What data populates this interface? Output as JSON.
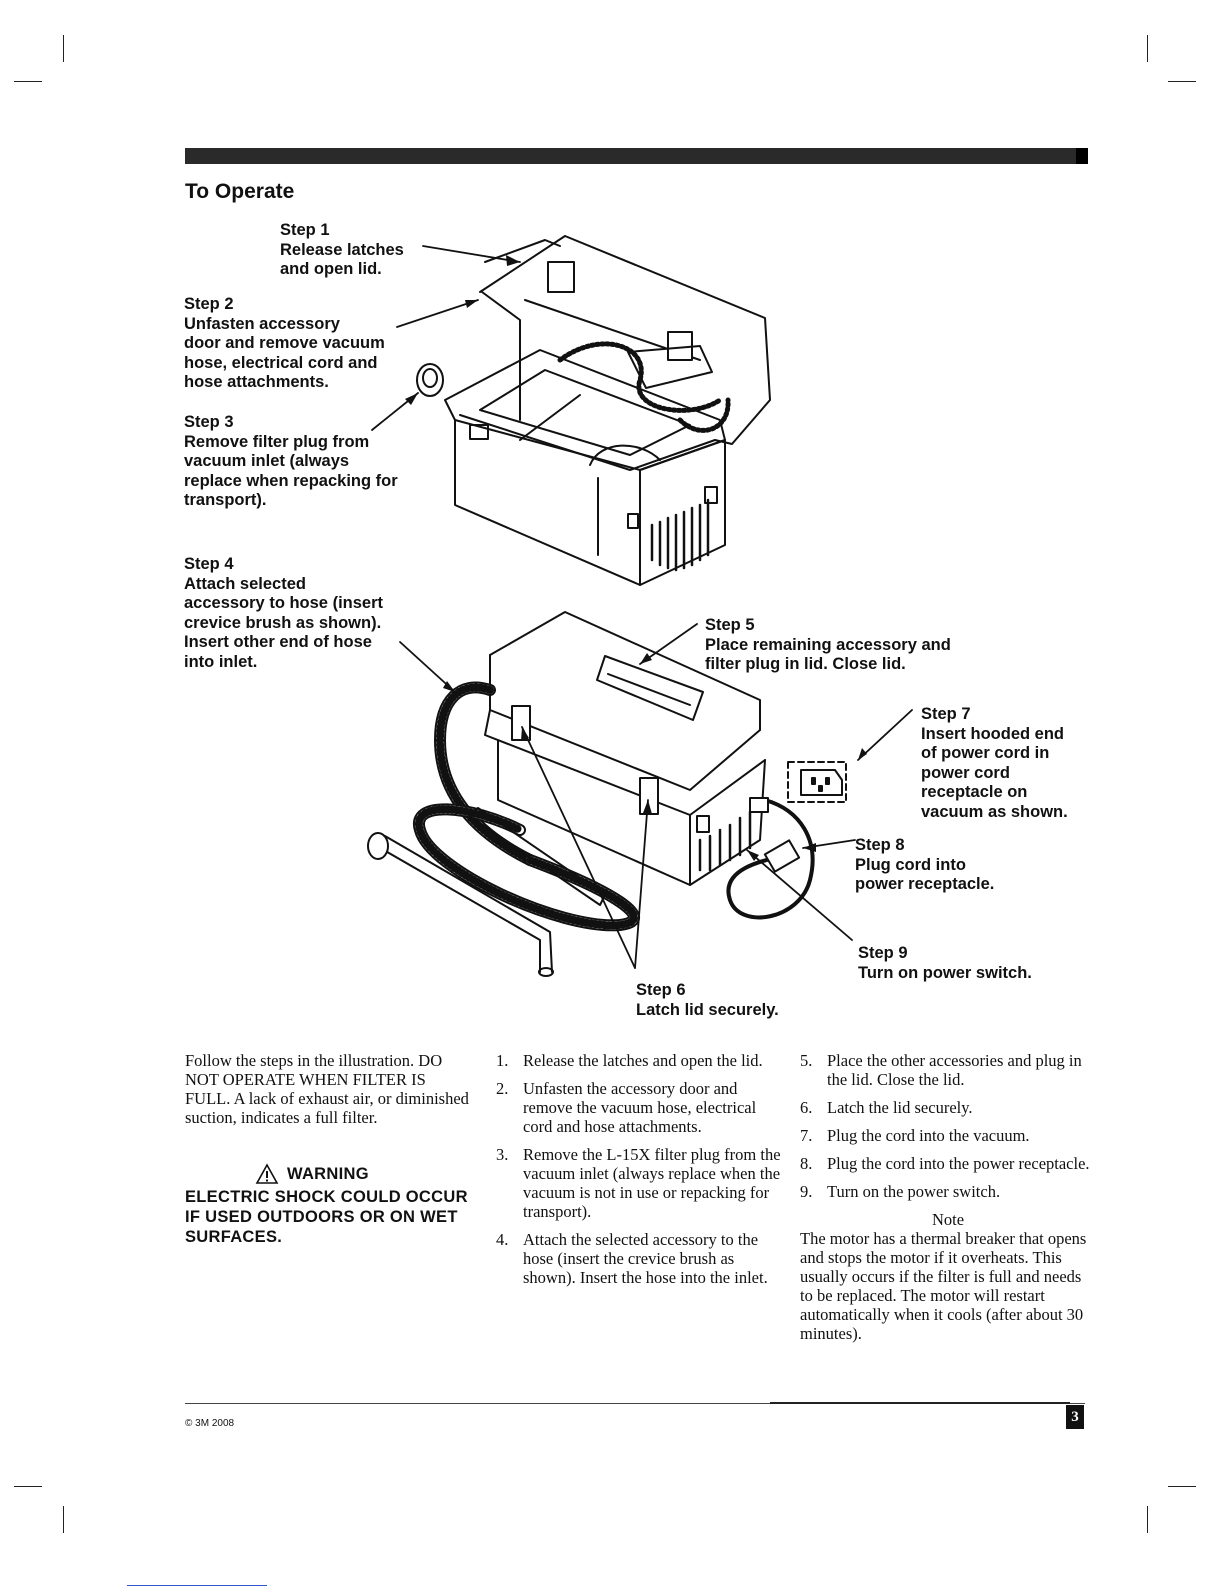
{
  "section_title": "To Operate",
  "callouts": {
    "step1": "Step 1\nRelease latches\nand open lid.",
    "step2": "Step 2\nUnfasten accessory\ndoor and remove vacuum\nhose, electrical cord and\nhose attachments.",
    "step3": "Step 3\nRemove filter plug from\nvacuum inlet (always\nreplace when repacking for\ntransport).",
    "step4": "Step 4\nAttach selected\naccessory to hose (insert\ncrevice brush as shown).\nInsert other end of hose\ninto inlet.",
    "step5": "Step 5\nPlace remaining accessory and\nfilter plug in lid. Close lid.",
    "step6": "Step 6\nLatch lid securely.",
    "step7": "Step 7\nInsert hooded end\nof power cord in\npower cord\nreceptacle on\nvacuum as shown.",
    "step8": "Step 8\nPlug cord into\npower receptacle.",
    "step9": "Step 9\nTurn on power switch."
  },
  "intro": "Follow the steps in the illustration. DO NOT OPERATE WHEN FILTER IS FULL. A lack of exhaust air, or diminished suction, indicates a full filter.",
  "warning": {
    "icon": "warning-triangle-icon",
    "title": "WARNING",
    "body": "ELECTRIC SHOCK COULD OCCUR IF USED OUTDOORS OR ON WET SURFACES."
  },
  "steps": [
    {
      "num": "1.",
      "text": "Release the latches and open the lid."
    },
    {
      "num": "2.",
      "text": "Unfasten the accessory door and remove the vacuum hose, electrical cord and hose attachments."
    },
    {
      "num": "3.",
      "text": "Remove the L-15X filter plug from the vacuum inlet (always replace when the vacuum is not in use or repacking for transport)."
    },
    {
      "num": "4.",
      "text": "Attach the selected accessory to the hose (insert the crevice brush as shown). Insert the hose into the inlet."
    },
    {
      "num": "5.",
      "text": "Place the other accessories and plug in the lid. Close the lid."
    },
    {
      "num": "6.",
      "text": "Latch the lid securely."
    },
    {
      "num": "7.",
      "text": "Plug the cord into the vacuum."
    },
    {
      "num": "8.",
      "text": "Plug the cord into the power receptacle."
    },
    {
      "num": "9.",
      "text": "Turn on the power switch."
    }
  ],
  "note": {
    "title": "Note",
    "body": "The motor has a thermal breaker that opens and stops the motor if it overheats. This usually occurs if the filter is full and needs to be replaced. The motor will restart automatically when it cools (after about 30 minutes)."
  },
  "footer": {
    "copyright": "© 3M 2008",
    "page_number": "3"
  }
}
